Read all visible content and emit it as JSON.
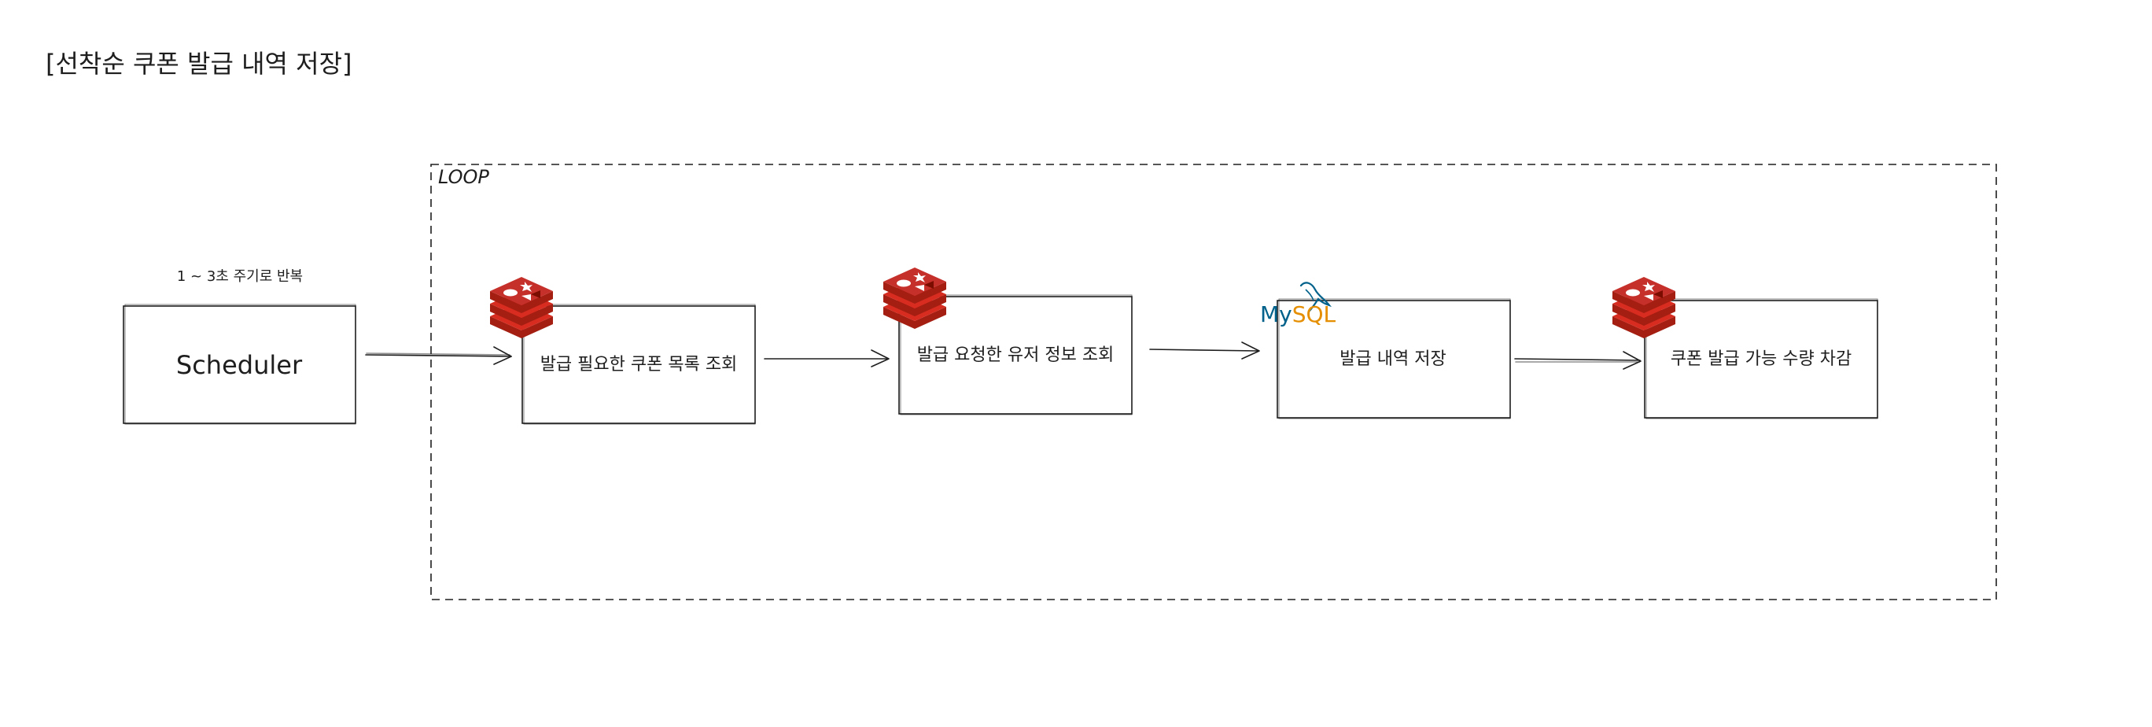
{
  "title": "[선착순 쿠폰 발급 내역 저장]",
  "loop": {
    "label": "LOOP"
  },
  "scheduler": {
    "note": "1 ~ 3초 주기로 반복",
    "label": "Scheduler"
  },
  "steps": [
    {
      "label": "발급 필요한 쿠폰 목록 조회",
      "icon": "redis-icon"
    },
    {
      "label": "발급 요청한 유저 정보 조회",
      "icon": "redis-icon"
    },
    {
      "label": "발급 내역 저장",
      "icon": "mysql-logo",
      "logo_text": {
        "part1": "My",
        "part2": "SQL"
      }
    },
    {
      "label": "쿠폰 발급 가능 수량 차감",
      "icon": "redis-icon"
    }
  ],
  "colors": {
    "stroke": "#1e1e1e",
    "redis_dark": "#a41e11",
    "redis_mid": "#c6302b",
    "redis_light": "#d82c20",
    "mysql_blue": "#00618a",
    "mysql_orange": "#e48e00"
  }
}
